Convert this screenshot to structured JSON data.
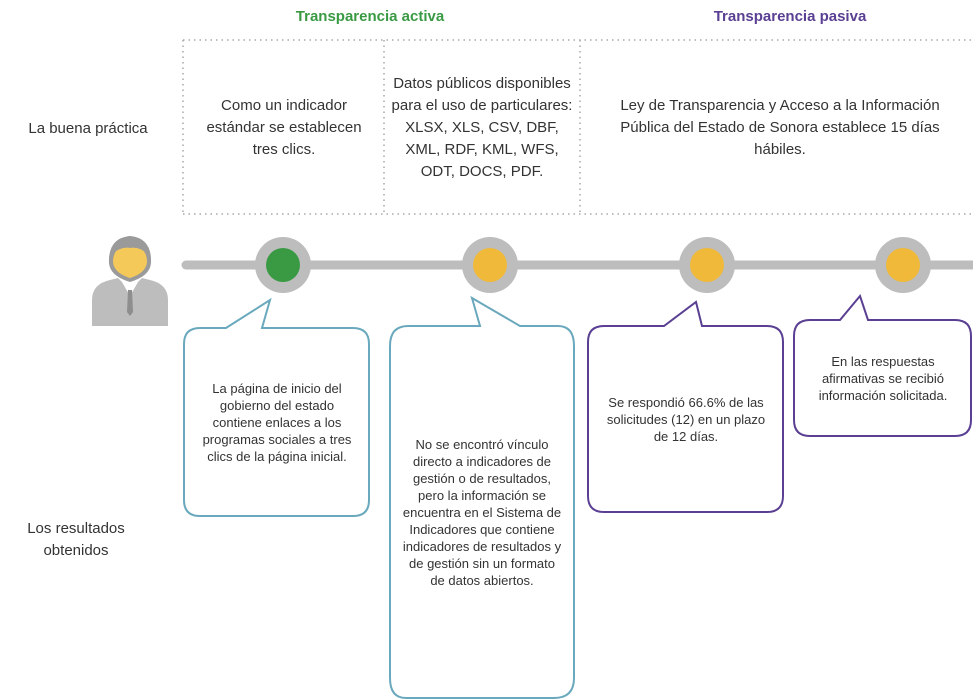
{
  "headers": {
    "active": "Transparencia activa",
    "passive": "Transparencia pasiva"
  },
  "row_labels": {
    "practice": "La buena práctica",
    "results": "Los resultados obtenidos"
  },
  "practice_cells": {
    "clicks": "Como un indicador estándar se establecen tres clics.",
    "formats": "Datos públicos disponibles para el uso de particulares: XLSX, XLS, CSV, DBF, XML, RDF, KML, WFS, ODT, DOCS, PDF.",
    "law": "Ley de Transparencia y Acceso a la Información Pública del Estado de Sonora establece 15 días hábiles."
  },
  "results": [
    "La página de inicio del gobierno del estado contiene enlaces a los programas sociales a tres clics de la página inicial.",
    "No se encontró vínculo directo a indicadores de gestión o de resultados, pero la información se encuentra en el Sistema de Indicadores que contiene indicadores de resultados y de gestión sin un formato de datos abiertos.",
    "Se respondió 66.6% de las solicitudes (12) en un plazo de 12 días.",
    "En las respuestas afirmativas se recibió información solicitada."
  ],
  "colors": {
    "active": "#3a9a44",
    "passive": "#5a3f93",
    "teal": "#6aa9bd",
    "timeline": "#bdbdbd",
    "dot_green": "#3a9a44",
    "dot_yellow": "#f0b93a"
  }
}
